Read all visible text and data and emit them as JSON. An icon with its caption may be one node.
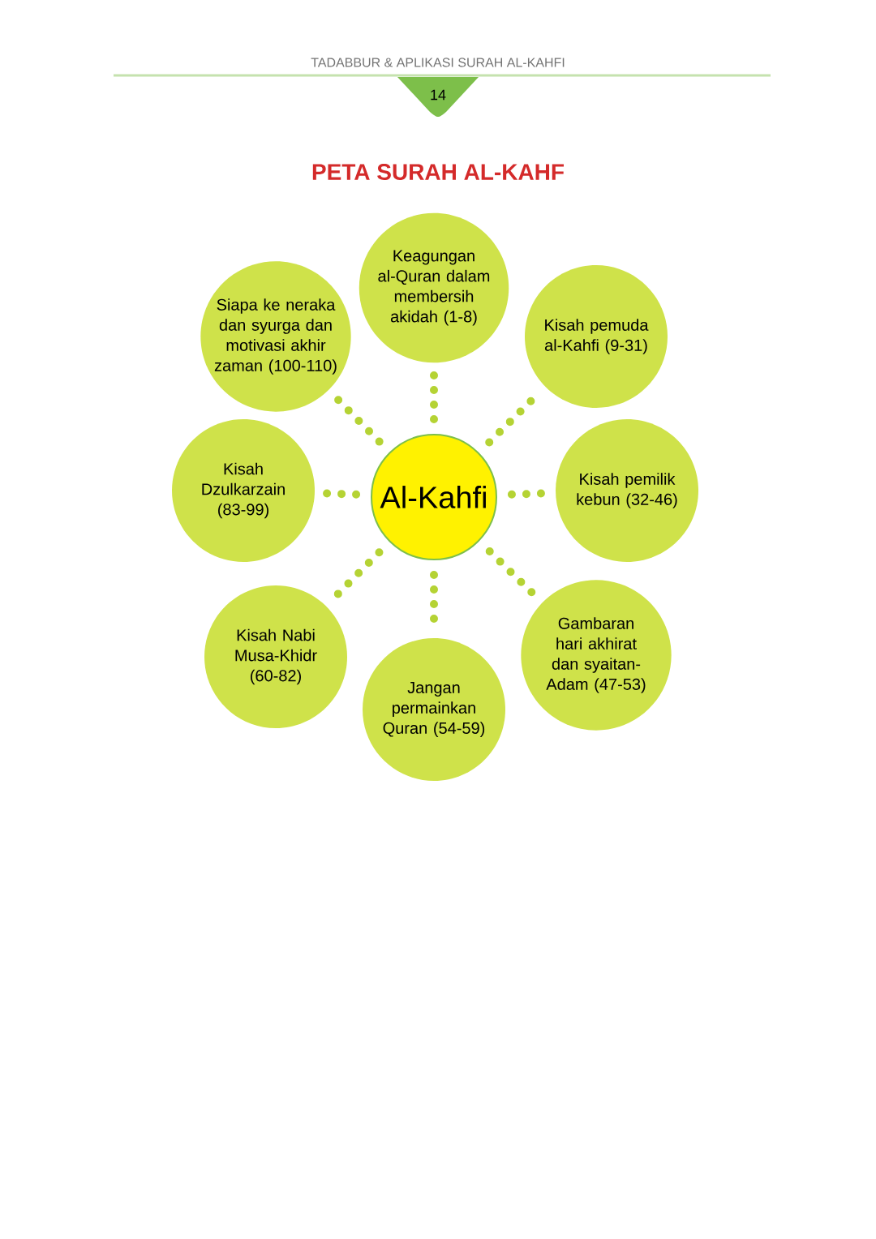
{
  "diagram": {
    "title": "PETA SURAH AL-KAHF",
    "nodes": [
      {
        "text": [
          "14"
        ]
      },
      {
        "text": [
          "Al-Kahfi"
        ]
      },
      {
        "text": [
          "Keagungan al-Quran dalam membersih akidah (1-8)"
        ]
      },
      {
        "text": [
          "Kisah pemuda al-Kahfi (9-31)"
        ]
      },
      {
        "text": [
          "Kisah pemilik kebun (32-46)"
        ]
      },
      {
        "text": [
          "Gambaran hari akhirat dan syaitan-Adam (47-53)"
        ]
      },
      {
        "text": [
          "Jangan permainkan Quran (54-59)"
        ]
      },
      {
        "text": [
          "Kisah Nabi Musa-Khidr (60-82)"
        ]
      },
      {
        "text": [
          "Kisah Dzulkarzain (83-99)"
        ]
      },
      {
        "text": [
          "Siapa ke neraka dan syurga dan motivasi akhir zaman (100-110)"
        ]
      }
    ],
    "edges": [
      {
        "from": 1,
        "to": 2,
        "arrow": "none"
      },
      {
        "from": 1,
        "to": 3,
        "arrow": "none"
      },
      {
        "from": 1,
        "to": 4,
        "arrow": "none"
      },
      {
        "from": 1,
        "to": 5,
        "arrow": "none"
      },
      {
        "from": 1,
        "to": 6,
        "arrow": "none"
      },
      {
        "from": 1,
        "to": 7,
        "arrow": "none"
      },
      {
        "from": 1,
        "to": 8,
        "arrow": "none"
      },
      {
        "from": 1,
        "to": 9,
        "arrow": "none"
      }
    ],
    "labels": [
      "TADABBUR & APLIKASI SURAH AL-KAHFI"
    ]
  }
}
